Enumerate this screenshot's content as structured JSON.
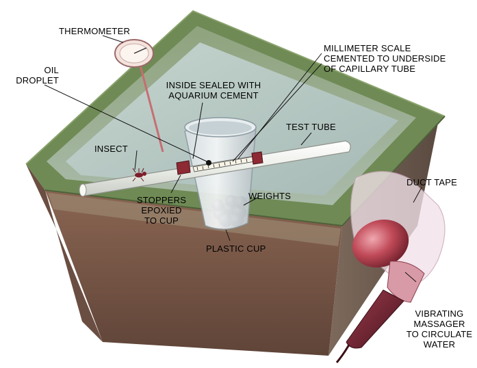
{
  "diagram": {
    "labels": {
      "thermometer": "THERMOMETER",
      "oil_droplet_1": "OIL",
      "oil_droplet_2": "DROPLET",
      "inside_sealed_1": "INSIDE SEALED WITH",
      "inside_sealed_2": "AQUARIUM CEMENT",
      "millimeter_1": "MILLIMETER SCALE",
      "millimeter_2": "CEMENTED TO UNDERSIDE",
      "millimeter_3": "OF CAPILLARY TUBE",
      "test_tube": "TEST TUBE",
      "insect": "INSECT",
      "weights": "WEIGHTS",
      "stoppers_1": "STOPPERS",
      "stoppers_2": "EPOXIED",
      "stoppers_3": "TO CUP",
      "duct_tape": "DUCT TAPE",
      "plastic_cup": "PLASTIC CUP",
      "vibrating_1": "VIBRATING",
      "vibrating_2": "MASSAGER",
      "vibrating_3": "TO CIRCULATE",
      "vibrating_4": "WATER"
    }
  },
  "colors": {
    "tank_rim": "#6f8a55",
    "tank_wall": "#7a5a4a",
    "water": "#b9cbc8",
    "tube": "#eef0ea",
    "stopper": "#8e2a34",
    "massager": "#b03848"
  }
}
